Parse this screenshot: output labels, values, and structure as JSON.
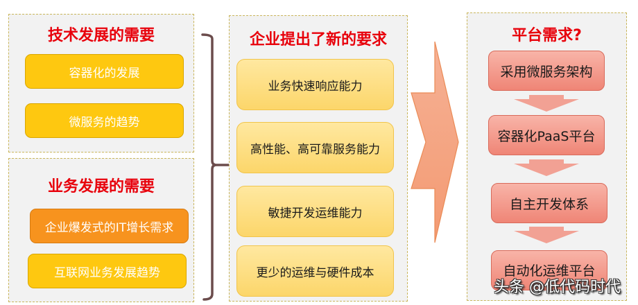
{
  "left_column": {
    "tech_panel": {
      "title": "技术发展的需要",
      "items": [
        "容器化的发展",
        "微服务的趋势"
      ]
    },
    "business_panel": {
      "title": "业务发展的需要",
      "items": [
        "企业爆发式的IT增长需求",
        "互联网业务发展趋势"
      ]
    }
  },
  "middle_column": {
    "title": "企业提出了新的要求",
    "items": [
      "业务快速响应能力",
      "高性能、高可靠服务能力",
      "敏捷开发运维能力",
      "更少的运维与硬件成本"
    ]
  },
  "right_column": {
    "title": "平台需求?",
    "steps": [
      "采用微服务架构",
      "容器化PaaS平台",
      "自主开发体系",
      "自动化运维平台"
    ]
  },
  "watermark": "头条 @低代码时代",
  "colors": {
    "title_red": "#e8000b",
    "gold_box": "#fec810",
    "orange_box": "#f7931e",
    "cream_box": "#fcd66a",
    "red_box": "#ef8576",
    "arrow": "#f4a07e",
    "brace": "#6b4c4c",
    "panel_bg": "#f2f2f2"
  }
}
